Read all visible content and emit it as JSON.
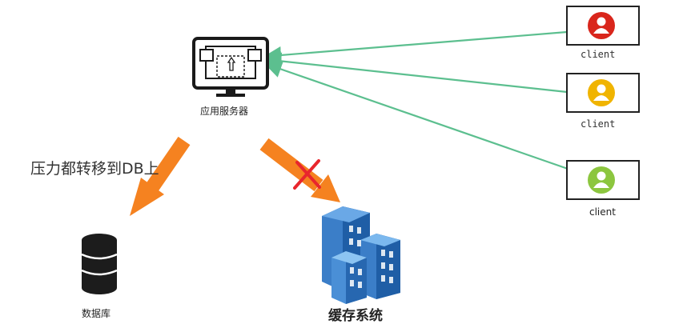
{
  "server": {
    "label": "应用服务器",
    "icon": "monitor-server-icon"
  },
  "clients": [
    {
      "label": "client",
      "icon": "user-avatar-icon",
      "color": "#d9261c"
    },
    {
      "label": "client",
      "icon": "user-avatar-icon",
      "color": "#f0b400"
    },
    {
      "label": "client",
      "icon": "user-avatar-icon",
      "color": "#8cc63f"
    }
  ],
  "connection_color": "#5cbf8f",
  "arrow_color": "#f58220",
  "blocked_mark_color": "#e8262d",
  "pressure_text": "压力都转移到DB上",
  "database": {
    "label": "数据库",
    "icon": "database-icon"
  },
  "cache": {
    "label": "缓存系统",
    "icon": "buildings-icon"
  }
}
